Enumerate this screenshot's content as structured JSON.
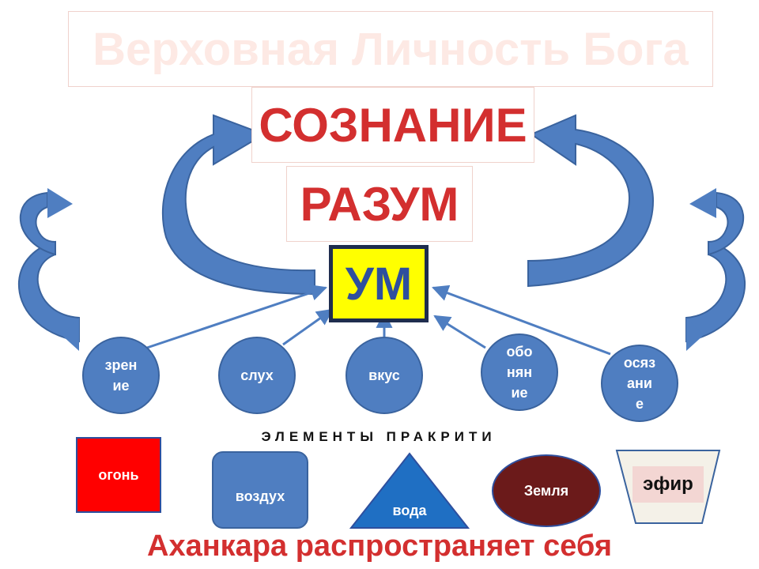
{
  "title": "Верховная Личность Бога",
  "consciousness": "СОЗНАНИЕ",
  "intellect": "РАЗУМ",
  "mind": "УМ",
  "senses": [
    {
      "lines": [
        "зрен",
        "ие"
      ]
    },
    {
      "lines": [
        "слух"
      ]
    },
    {
      "lines": [
        "вкус"
      ]
    },
    {
      "lines": [
        "обо",
        "нян",
        "ие"
      ]
    },
    {
      "lines": [
        "осяз",
        "ани",
        "е"
      ]
    }
  ],
  "elements_heading": "ЭЛЕМЕНТЫ ПРАКРИТИ",
  "elements": {
    "fire": "огонь",
    "air": "воздух",
    "water": "вода",
    "earth": "Земля",
    "ether": "эфир"
  },
  "footer": "Аханкара распространяет себя",
  "colors": {
    "accent_red": "#d32f2f",
    "arrow_blue": "#4f7ec1",
    "mind_yellow": "#ffff00"
  }
}
